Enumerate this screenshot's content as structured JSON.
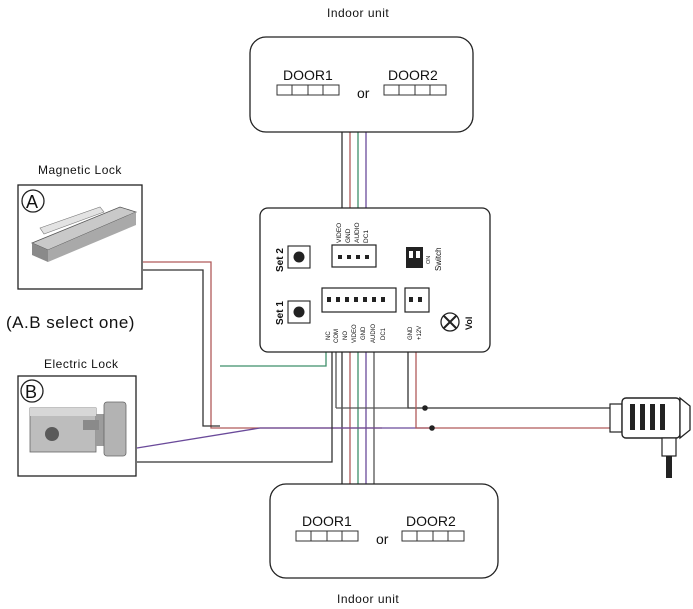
{
  "indoor_top": {
    "title": "Indoor unit",
    "door1": "DOOR1",
    "or": "or",
    "door2": "DOOR2"
  },
  "indoor_bottom": {
    "title": "Indoor unit",
    "door1": "DOOR1",
    "or": "or",
    "door2": "DOOR2"
  },
  "outdoor": {
    "set2": "Set 2",
    "set1": "Set 1",
    "switch": "Switch",
    "vol": "Vol",
    "on": "ON",
    "top_terminal": [
      "VIDEO",
      "GND",
      "AUDIO",
      "DC1"
    ],
    "bottom_terminal": [
      "NC",
      "COM",
      "NO",
      "VIDEO",
      "GND",
      "AUDIO",
      "DC1"
    ],
    "power_terminal": [
      "GND",
      "+12V"
    ]
  },
  "locks": {
    "a_letter": "A",
    "a_title": "Magnetic Lock",
    "b_letter": "B",
    "b_title": "Electric Lock",
    "select_note": "(A.B select one)"
  },
  "colors": {
    "wire_dark": "#333333",
    "wire_red": "#b05a5a",
    "wire_green": "#3f8f6a",
    "wire_purple": "#6a4a9a"
  }
}
